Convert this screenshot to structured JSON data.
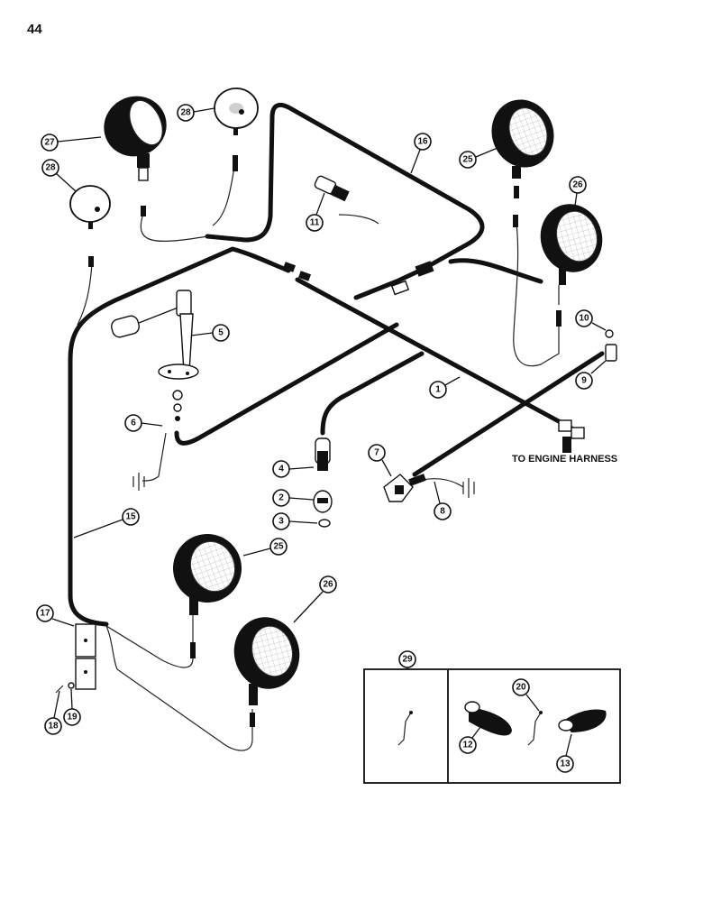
{
  "page": {
    "number": "44"
  },
  "labels": {
    "engine_harness": "TO ENGINE HARNESS"
  },
  "callouts": [
    "1",
    "2",
    "3",
    "4",
    "5",
    "6",
    "7",
    "8",
    "9",
    "10",
    "11",
    "12",
    "13",
    "15",
    "16",
    "17",
    "18",
    "19",
    "20",
    "25",
    "25",
    "26",
    "26",
    "27",
    "28",
    "28",
    "29"
  ],
  "colors": {
    "ink": "#111111",
    "paper": "#ffffff"
  }
}
